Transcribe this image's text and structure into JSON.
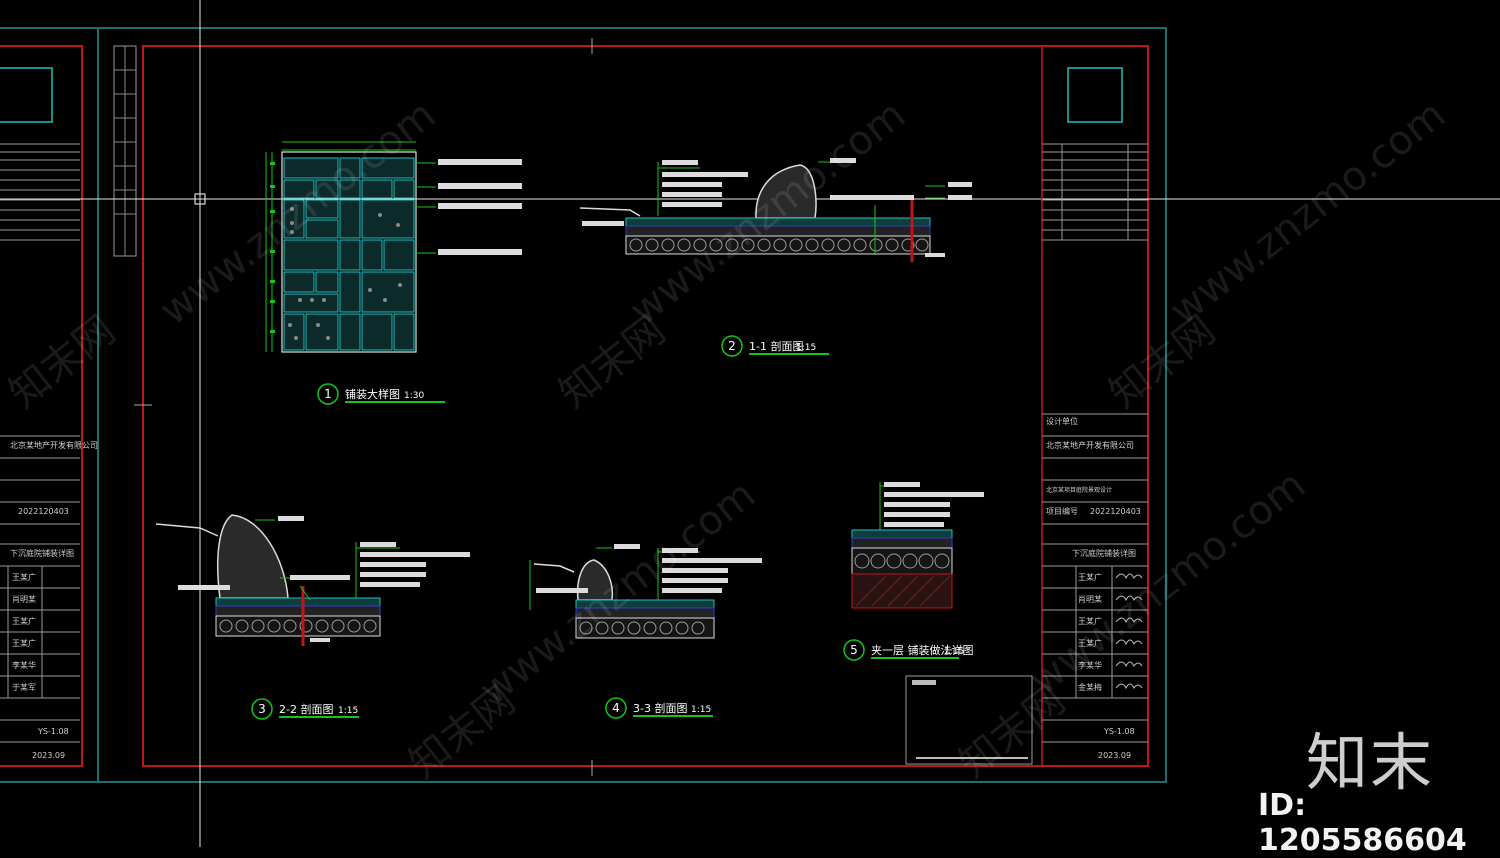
{
  "colors": {
    "background": "#000000",
    "outer_frame": "#1c6f6f",
    "inner_frame": "#c0151c",
    "line_white": "#dcdcdc",
    "line_green": "#16c416",
    "line_cyan": "#1fbfbf",
    "line_blue": "#2b3fc8",
    "line_red": "#c0151c"
  },
  "watermark": {
    "site": "www.znzmo.com",
    "brand_cn": "知末网",
    "logo": "知末",
    "id_label": "ID: 1205586604"
  },
  "details": [
    {
      "num": "1",
      "title": "铺装大样图",
      "scale": "1:30"
    },
    {
      "num": "2",
      "title": "1-1 剖面图",
      "scale": "1:15"
    },
    {
      "num": "3",
      "title": "2-2 剖面图",
      "scale": "1:15"
    },
    {
      "num": "4",
      "title": "3-3 剖面图",
      "scale": "1:15"
    },
    {
      "num": "5",
      "title": "夹一层 铺装做法详图",
      "scale": "1:15"
    }
  ],
  "title_block": {
    "client": "北京某地产开发有限公司",
    "project_no": "2022120403",
    "drawing_name": "下沉庭院铺装详图",
    "sheet_no": "YS-1.08",
    "date": "2023.09",
    "names": [
      "王某广",
      "肖明某",
      "王某广",
      "王某广",
      "李某华",
      "金某梅",
      "于某军"
    ]
  }
}
